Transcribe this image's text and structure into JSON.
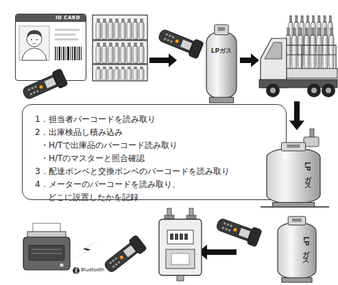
{
  "diagram": {
    "nodes": [
      {
        "text": [
          "ID CARD"
        ]
      },
      {
        "text": [
          "LPガス"
        ]
      },
      {
        "text": [
          "1．担当者バーコードを読み取り",
          "2．出庫検品し積み込み",
          "・H/Tで出庫品のバーコード読み取り",
          "・H/Tのマスターと照合確認",
          "3．配達ボンベと交換ボンベのバーコードを読み取り",
          "4．メーターのバーコードを読み取り、 どこに設置したかを記録"
        ]
      },
      {
        "text": [
          "LPガス"
        ]
      },
      {
        "text": [
          "LPガス"
        ]
      }
    ],
    "labels": [
      "Bluetooth"
    ]
  }
}
